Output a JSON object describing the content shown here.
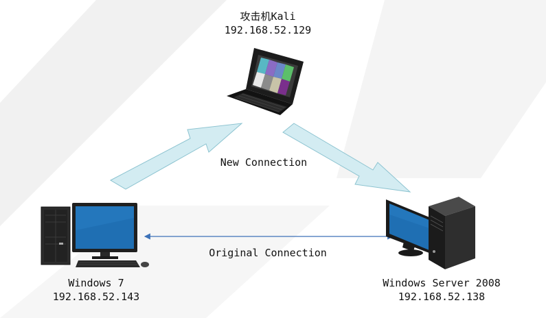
{
  "nodes": {
    "attacker": {
      "name": "攻击机Kali",
      "ip": "192.168.52.129"
    },
    "win7": {
      "name": "Windows 7",
      "ip": "192.168.52.143"
    },
    "server": {
      "name": "Windows Server 2008",
      "ip": "192.168.52.138"
    }
  },
  "edges": {
    "new_connection": "New Connection",
    "original_connection": "Original Connection"
  },
  "colors": {
    "arrow_fill": "#d3ecf2",
    "arrow_stroke": "#8cc3d0",
    "line": "#3d72b8",
    "screen_blue": "#1f6fb3",
    "tower": "#2a2a2a"
  },
  "icons": {
    "attacker": "laptop-icon",
    "win7": "desktop-pc-icon",
    "server": "server-tower-icon"
  }
}
